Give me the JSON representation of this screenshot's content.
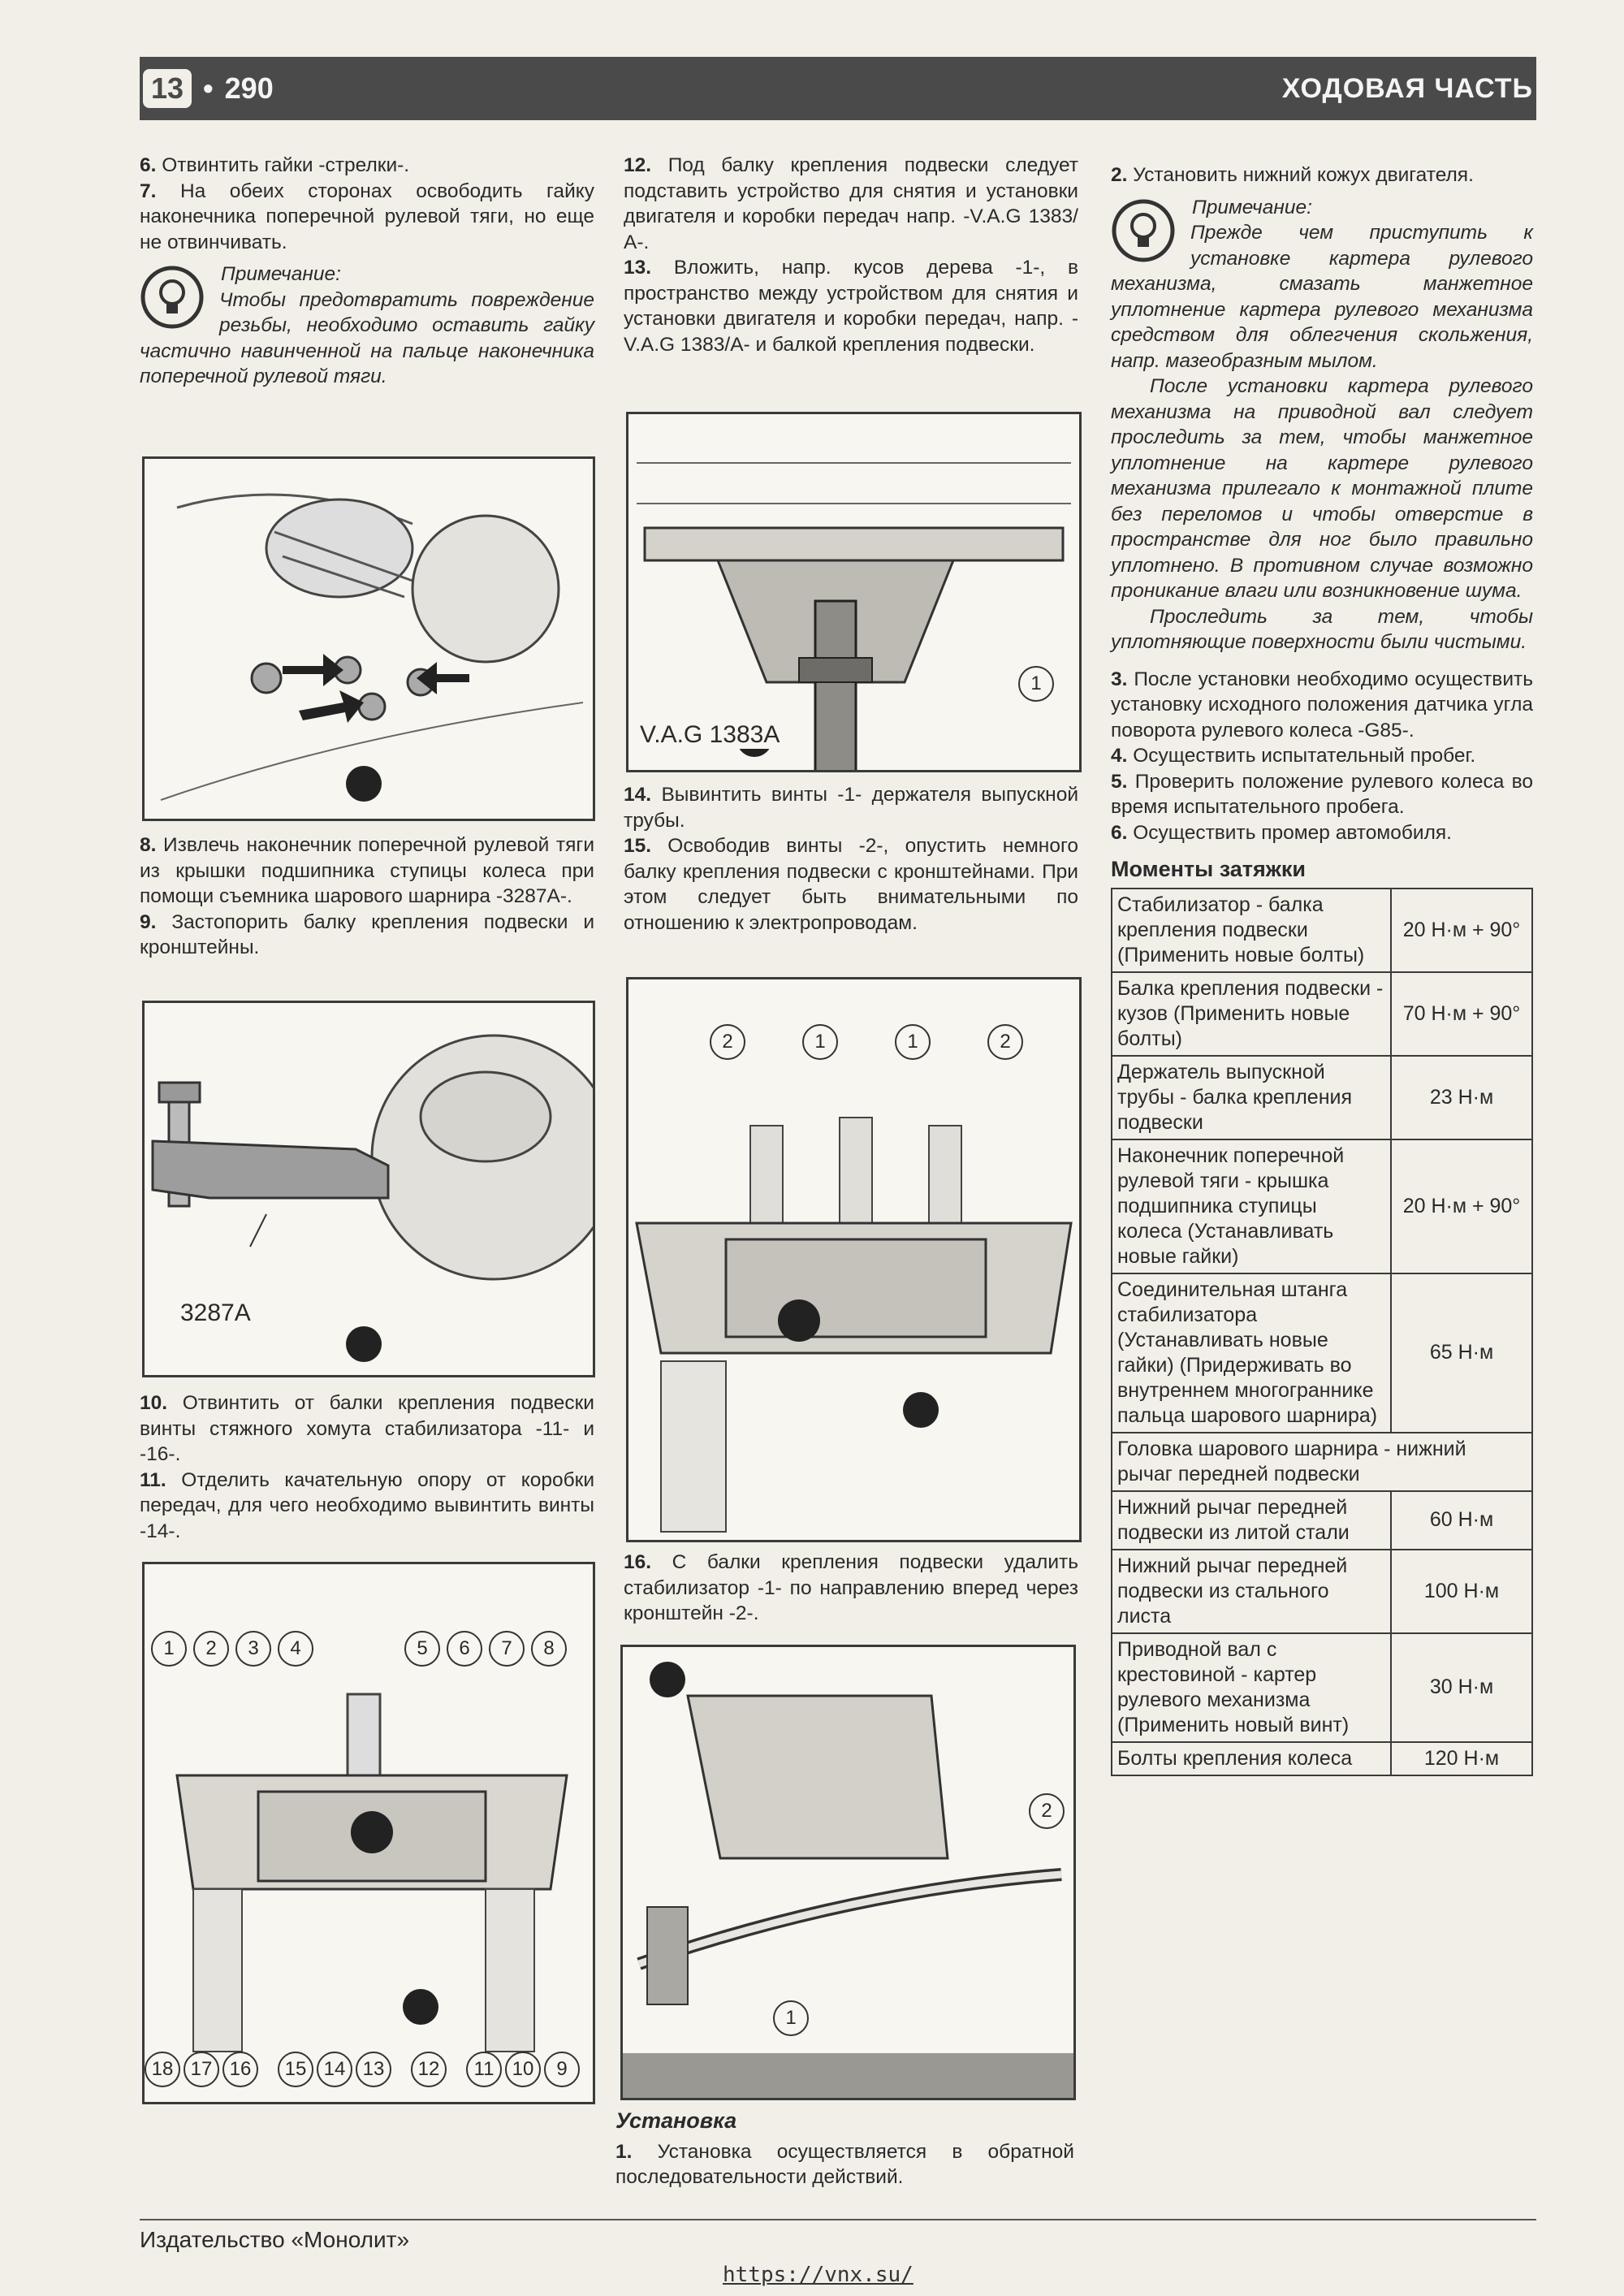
{
  "header": {
    "chapter_badge": "13",
    "separator": "•",
    "page_number": "290",
    "section": "ХОДОВАЯ ЧАСТЬ"
  },
  "col1": {
    "p6": {
      "num": "6.",
      "text": "Отвинтить гайки -стрелки-."
    },
    "p7": {
      "num": "7.",
      "text": "На обеих сторонах освободить гайку наконечника поперечной рулевой тяги, но еще не отвинчивать."
    },
    "note": {
      "title": "Примечание:",
      "text": "Чтобы предотвратить повреждение резьбы, необходимо оставить гайку частично навинченной на пальце наконечника поперечной рулевой тяги."
    },
    "p8": {
      "num": "8.",
      "text": "Извлечь наконечник поперечной рулевой тяги из крышки подшипника ступицы колеса при помощи съемника шарового шарнира -3287А-."
    },
    "p9": {
      "num": "9.",
      "text": "Застопорить балку крепления подвески и кронштейны."
    },
    "fig2_label": "3287A",
    "p10": {
      "num": "10.",
      "text": "Отвинтить от балки крепления подвески винты стяжного хомута стабилизатора -11- и -16-."
    },
    "p11": {
      "num": "11.",
      "text": "Отделить качательную опору от коробки передач, для чего необходимо вывинтить винты -14-."
    },
    "fig3_top": [
      "1",
      "2",
      "3",
      "4",
      "5",
      "6",
      "7",
      "8"
    ],
    "fig3_bottom": [
      "18",
      "17",
      "16",
      "15",
      "14",
      "13",
      "12",
      "11",
      "10",
      "9"
    ]
  },
  "col2": {
    "p12": {
      "num": "12.",
      "text": "Под балку крепления подвески следует подставить устройство для снятия и установки двигателя и коробки передач напр. -V.A.G 1383/А-."
    },
    "p13": {
      "num": "13.",
      "text": "Вложить, напр. кусов дерева -1-, в пространство между устройством для снятия и установки двигателя и коробки передач, напр. -V.A.G 1383/А- и балкой крепления подвески."
    },
    "fig4_label": "V.A.G 1383A",
    "fig4_callout": "1",
    "p14": {
      "num": "14.",
      "text": "Вывинтить винты -1- держателя выпускной трубы."
    },
    "p15": {
      "num": "15.",
      "text": "Освободив винты -2-, опустить немного балку крепления подвески с кронштейнами. При этом следует быть внимательными по отношению к электропроводам."
    },
    "fig5_callouts": [
      "2",
      "1",
      "1",
      "2"
    ],
    "p16": {
      "num": "16.",
      "text": "С балки крепления подвески удалить стабилизатор -1- по направлению вперед через кронштейн -2-."
    },
    "fig6_callouts": [
      "2",
      "1"
    ],
    "install_heading": "Установка",
    "p1": {
      "num": "1.",
      "text": "Установка осуществляется в обратной последовательности действий."
    }
  },
  "col3": {
    "p2": {
      "num": "2.",
      "text": "Установить нижний кожух двигателя."
    },
    "note": {
      "title": "Примечание:",
      "text": "Прежде чем приступить к установке картера рулевого механизма, смазать манжетное уплотнение картера рулевого механизма средством для облегчения скольжения, напр. мазеобразным мылом."
    },
    "note_p2": "После установки картера рулевого механизма на приводной вал следует проследить за тем, чтобы манжетное уплотнение на картере рулевого механизма прилегало к монтажной плите без переломов и чтобы отверстие в пространстве для ног было правильно уплотнено. В противном случае возможно проникание влаги или возникновение шума.",
    "note_p3": "Проследить за тем, чтобы уплотняющие поверхности были чистыми.",
    "p3": {
      "num": "3.",
      "text": "После установки необходимо осуществить установку исходного положения датчика угла поворота рулевого колеса -G85-."
    },
    "p4": {
      "num": "4.",
      "text": "Осуществить испытательный пробег."
    },
    "p5": {
      "num": "5.",
      "text": "Проверить положение рулевого колеса во время испытательного пробега."
    },
    "p6": {
      "num": "6.",
      "text": "Осуществить промер автомобиля."
    },
    "torque_heading": "Моменты затяжки",
    "torque": [
      {
        "name": "Стабилизатор - балка крепления подвески (Применить новые болты)",
        "value": "20 Н·м + 90°"
      },
      {
        "name": "Балка крепления подвески - кузов (Применить новые болты)",
        "value": "70 Н·м + 90°"
      },
      {
        "name": "Держатель выпускной трубы - балка крепления подвески",
        "value": "23 Н·м"
      },
      {
        "name": "Наконечник поперечной рулевой тяги - крышка подшипника ступицы колеса (Устанавливать новые гайки)",
        "value": "20 Н·м + 90°"
      },
      {
        "name": "Соединительная штанга стабилизатора (Устанавливать новые гайки) (Придерживать во внутреннем многограннике пальца шарового шарнира)",
        "value": "65 Н·м"
      },
      {
        "name": "Головка шарового шарнира - нижний рычаг передней подвески",
        "value": ""
      },
      {
        "name": "Нижний рычаг передней подвески из литой стали",
        "value": "60 Н·м"
      },
      {
        "name": "Нижний рычаг передней подвески из стального листа",
        "value": "100 Н·м"
      },
      {
        "name": "Приводной вал с крестовиной - картер рулевого механизма (Применить новый винт)",
        "value": "30 Н·м"
      },
      {
        "name": "Болты крепления колеса",
        "value": "120 Н·м"
      }
    ]
  },
  "footer": {
    "publisher": "Издательство «Монолит»",
    "url": "https://vnx.su/"
  }
}
